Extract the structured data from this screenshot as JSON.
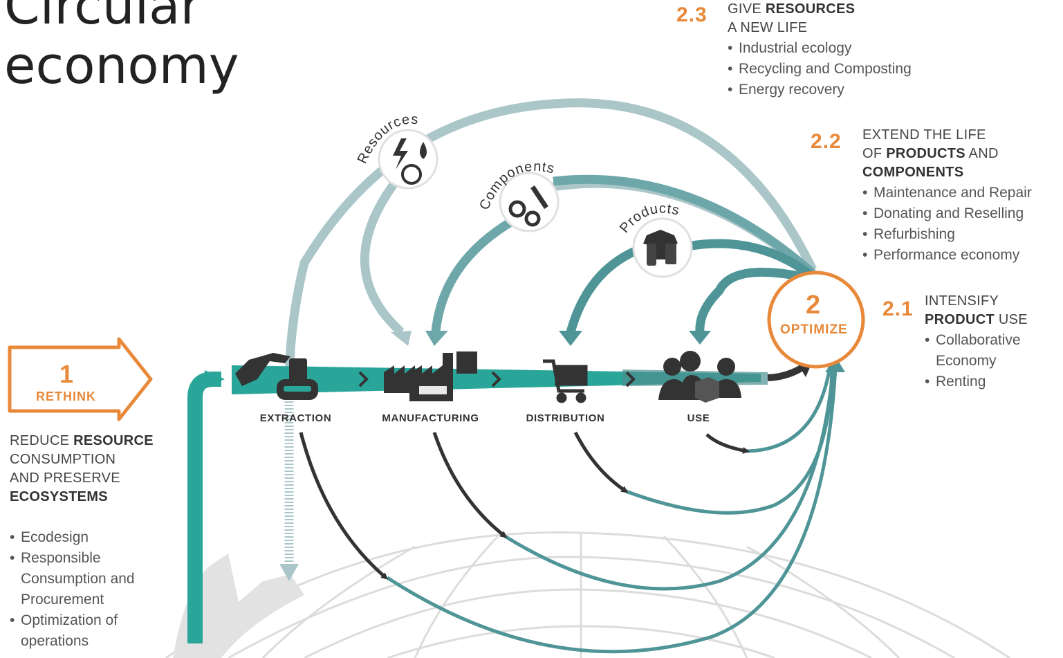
{
  "title": {
    "line1": "Circular",
    "line2": "economy"
  },
  "rethink": {
    "number": "1",
    "label": "RETHINK",
    "heading": {
      "l1a": "REDUCE ",
      "l1b": "RESOURCE",
      "l2": "CONSUMPTION",
      "l3": "AND PRESERVE",
      "l4": "ECOSYSTEMS"
    },
    "bullets": [
      "Ecodesign",
      "Responsible Consumption and Procurement",
      "Optimization of operations"
    ]
  },
  "optimize": {
    "number": "2",
    "label": "OPTIMIZE"
  },
  "loops": {
    "resources": "Resources",
    "components": "Components",
    "products": "Products"
  },
  "stages": [
    "EXTRACTION",
    "MANUFACTURING",
    "DISTRIBUTION",
    "USE"
  ],
  "s23": {
    "number": "2.3",
    "l1a": "GIVE ",
    "l1b": "RESOURCES",
    "l2": "A NEW LIFE",
    "bullets": [
      "Industrial ecology",
      "Recycling and Composting",
      "Energy recovery"
    ]
  },
  "s22": {
    "number": "2.2",
    "l1": "EXTEND THE LIFE",
    "l2a": "OF ",
    "l2b": "PRODUCTS",
    "l2c": " AND",
    "l3": "COMPONENTS",
    "bullets": [
      "Maintenance and Repair",
      "Donating and Reselling",
      "Refurbishing",
      "Performance economy"
    ]
  },
  "s21": {
    "number": "2.1",
    "l1": "INTENSIFY",
    "l2a": "PRODUCT",
    "l2b": " USE",
    "bullets": [
      "Collaborative Economy",
      "Renting"
    ]
  },
  "colors": {
    "orange": "#e8893a",
    "teal": "#2a9d96",
    "tealDark": "#4f8f8e",
    "tealLight": "#aac6c9",
    "dark": "#333333"
  }
}
